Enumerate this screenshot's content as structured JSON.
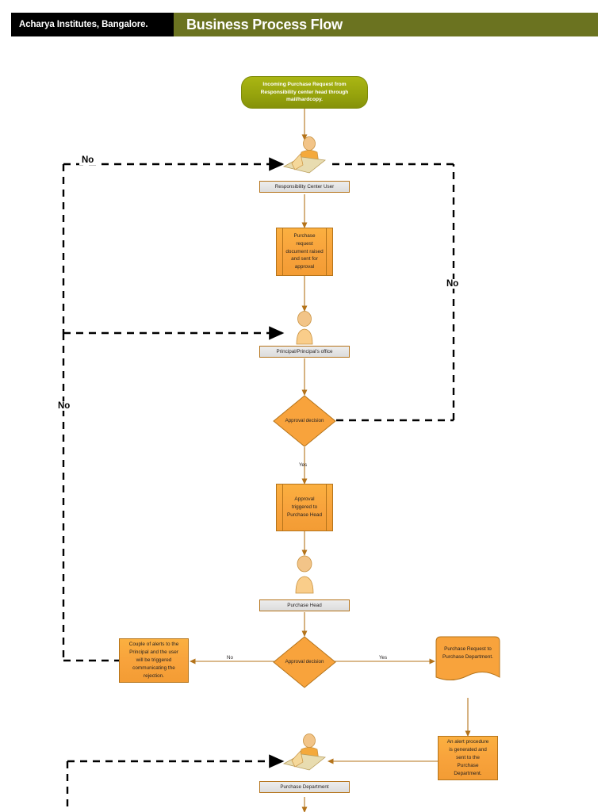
{
  "header": {
    "institute": "Acharya Institutes, Bangalore.",
    "title": "Business Process Flow",
    "black": "#000000",
    "olive": "#6b7320"
  },
  "theme": {
    "orange_fill": "#f8a33c",
    "orange_stroke": "#b4731a",
    "green_fill": "#97a40d",
    "connector": "#b4731a",
    "dashed": "#000000",
    "plate_fill": "#e4e4e4"
  },
  "nodes": {
    "start": {
      "id": "incoming-request",
      "shape": "terminator",
      "text": "Incoming Purchase Request from Responsibility center head through mail/hardcopy."
    },
    "actor1": {
      "id": "responsibility-center-user",
      "shape": "actor-desk",
      "label": "Responsibility Center User"
    },
    "proc1": {
      "id": "purchase-request-document",
      "shape": "predefined-process",
      "text": "Purchase request document raised and sent for approval"
    },
    "actor2": {
      "id": "principal-office",
      "shape": "actor-person",
      "label": "Principal/Principal's office"
    },
    "decision1": {
      "id": "approval-decision-1",
      "shape": "diamond",
      "text": "Approval decision"
    },
    "proc2": {
      "id": "approval-triggered",
      "shape": "predefined-process",
      "text": "Approval triggered to Purchase Head"
    },
    "actor3": {
      "id": "purchase-head",
      "shape": "actor-person",
      "label": "Purchase Head"
    },
    "decision2": {
      "id": "approval-decision-2",
      "shape": "diamond",
      "text": "Approval decision"
    },
    "reject": {
      "id": "rejection-alerts",
      "shape": "process",
      "text": "Couple of alerts to the Principal and the user will be triggered communicating the rejection."
    },
    "docreq": {
      "id": "purchase-request-document-out",
      "shape": "document",
      "text": "Purchase Request to Purchase Department."
    },
    "alertproc": {
      "id": "alert-procedure",
      "shape": "process",
      "text": "An alert procedure is generated and sent to the Purchase Department."
    },
    "actor4": {
      "id": "purchase-department",
      "shape": "actor-desk",
      "label": "Purchase Department"
    }
  },
  "edge_labels": {
    "yes1": "Yes",
    "yes2": "Yes",
    "no_small": "No",
    "no_top_left": "No",
    "no_right": "No",
    "no_mid_left": "No"
  }
}
